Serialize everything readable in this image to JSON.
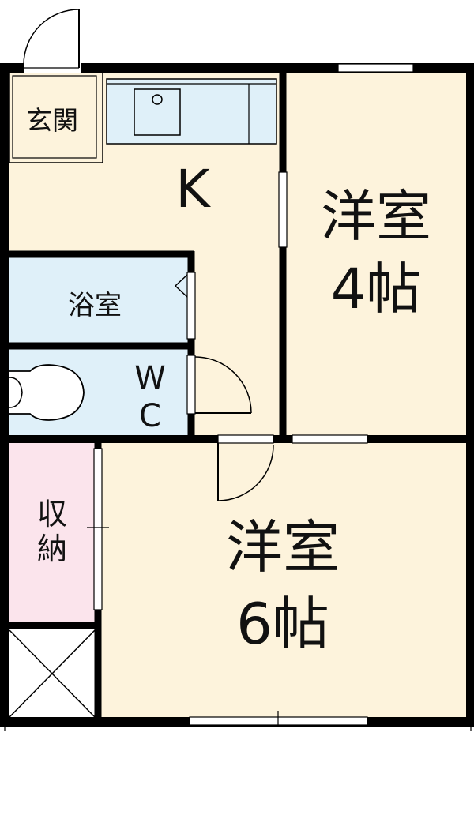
{
  "rooms": {
    "entrance": "玄関",
    "kitchen": "K",
    "western_4": {
      "name": "洋室",
      "size": "4帖"
    },
    "bath": "浴室",
    "wc": {
      "line1": "W",
      "line2": "C"
    },
    "storage": {
      "line1": "収",
      "line2": "納"
    },
    "western_6": {
      "name": "洋室",
      "size": "6帖"
    }
  },
  "colors": {
    "wall": "#000000",
    "living": "#fdf3dc",
    "wet": "#dff0f9",
    "storage": "#fbe4ec",
    "white": "#ffffff"
  }
}
